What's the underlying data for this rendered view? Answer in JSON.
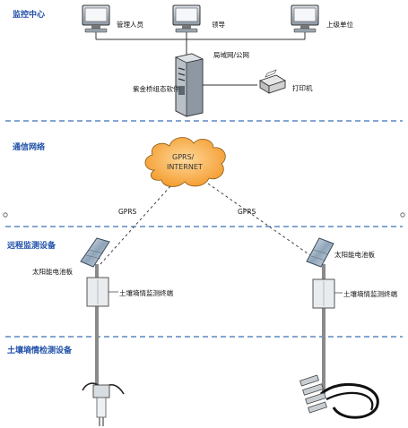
{
  "sections": {
    "monitoring_center": "监控中心",
    "communication_network": "通信网络",
    "remote_monitoring": "远程监测设备",
    "soil_detection": "土壤墒情检测设备"
  },
  "nodes": {
    "admin": "管理人员",
    "leader": "领导",
    "superior": "上级单位",
    "lan": "局域网/公网",
    "server": "紫金桥组态软件",
    "printer": "打印机",
    "cloud_line1": "GPRS/",
    "cloud_line2": "INTERNET",
    "gprs_left": "GPRS",
    "gprs_right": "GPRS",
    "solar_left": "太阳能电池板",
    "terminal_left": "土壤墒情监测终端",
    "solar_right": "太阳能电池板",
    "terminal_right": "土壤墒情监测终端"
  },
  "colors": {
    "section_text": "#1f4fa8",
    "divider": "#3b6fb6",
    "cloud_fill": "#f7b24a",
    "pole": "#7a7a7a"
  }
}
